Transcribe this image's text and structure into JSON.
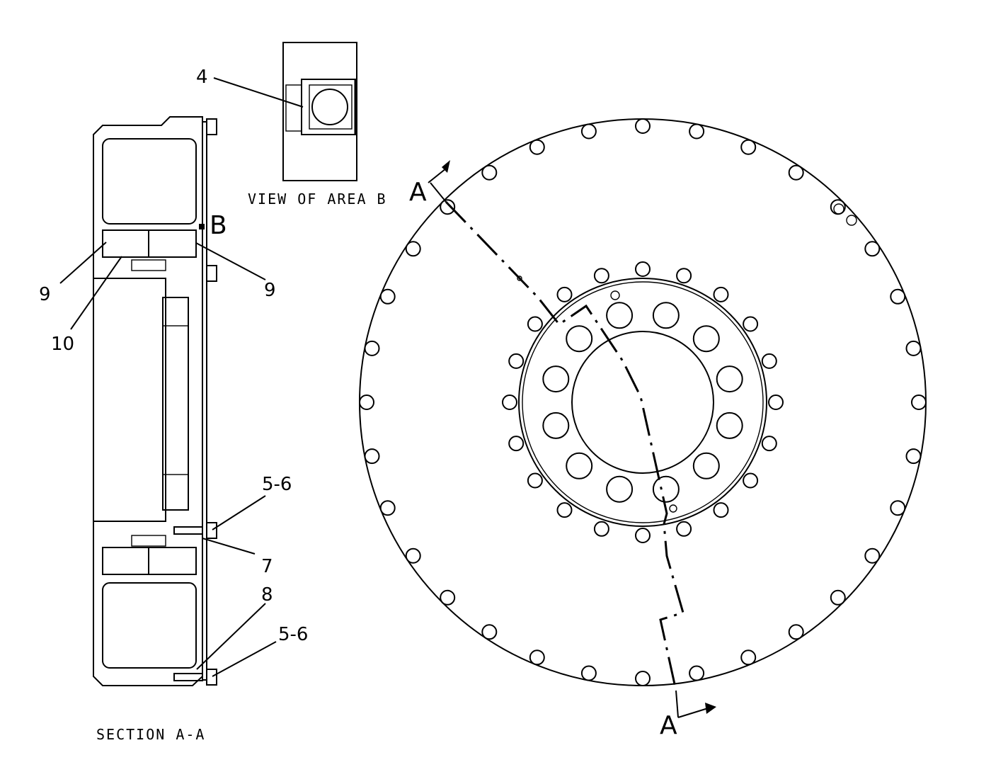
{
  "captions": {
    "view_area_b": "VIEW OF AREA B",
    "section_aa": "SECTION A-A"
  },
  "section_marks": {
    "b": "B",
    "a_top": "A",
    "a_bottom": "A"
  },
  "callouts": {
    "c4": "4",
    "c9_left": "9",
    "c9_right": "9",
    "c10": "10",
    "c56_upper": "5-6",
    "c7": "7",
    "c8": "8",
    "c56_lower": "5-6"
  }
}
